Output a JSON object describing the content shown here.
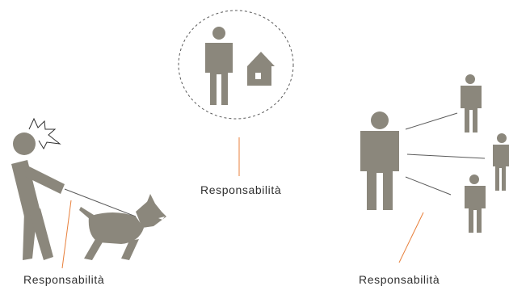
{
  "colors": {
    "figure": "#8b877c",
    "accent": "#e8803c",
    "line": "#5a5a5a",
    "text": "#2f2f2f"
  },
  "labels": {
    "left": "Responsabilità",
    "center": "Responsabilità",
    "right": "Responsabilità"
  },
  "icons": [
    "person-pulling-dog-icon",
    "angry-dog-icon",
    "person-icon",
    "house-icon",
    "people-network-icon"
  ]
}
